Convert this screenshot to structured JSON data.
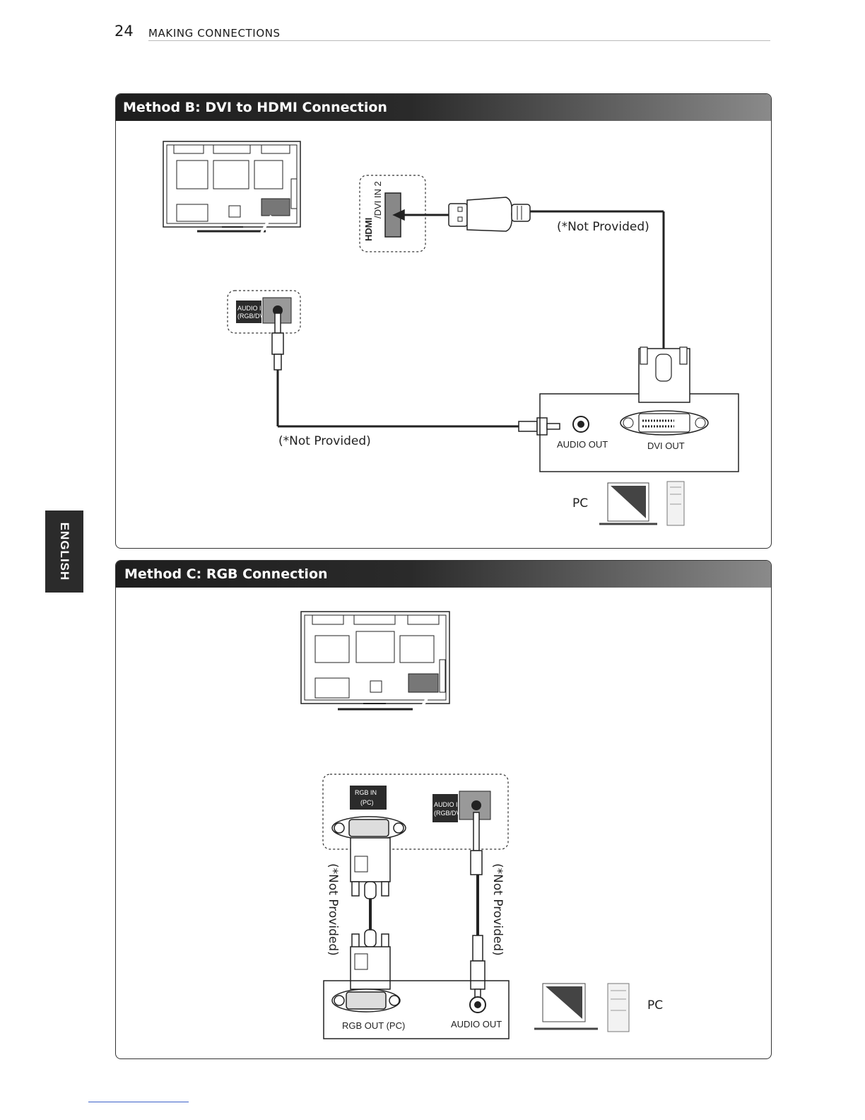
{
  "header": {
    "page_number": "24",
    "section": "MAKING CONNECTIONS"
  },
  "side_tab": {
    "label": "ENGLISH"
  },
  "method_b": {
    "title": "Method B: DVI to HDMI Connection",
    "hdmi_port_label": "/DVI IN 2",
    "hdmi_logo": "HDMI",
    "cable_note_hdmi": "(*Not Provided)",
    "cable_note_audio": "(*Not Provided)",
    "audio_in_label_1": "AUDIO IN",
    "audio_in_label_2": "(RGB/DVI)",
    "audio_out_label": "AUDIO OUT",
    "dvi_out_label": "DVI OUT",
    "pc_label": "PC"
  },
  "method_c": {
    "title": "Method C: RGB Connection",
    "rgb_in_label_1": "RGB IN",
    "rgb_in_label_2": "(PC)",
    "audio_in_label_1": "AUDIO IN",
    "audio_in_label_2": "(RGB/DVI)",
    "cable_note_rgb": "(*Not Provided)",
    "cable_note_audio": "(*Not Provided)",
    "rgb_out_label": "RGB OUT (PC)",
    "audio_out_label": "AUDIO OUT",
    "pc_label": "PC"
  }
}
